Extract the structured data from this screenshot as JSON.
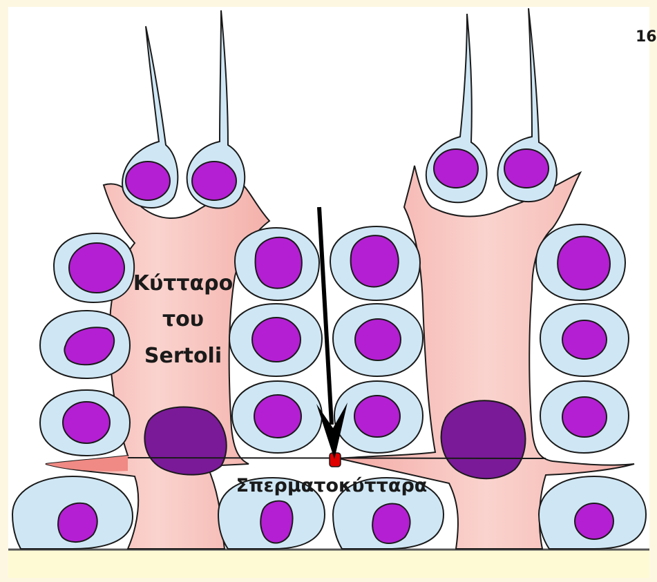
{
  "page_number": "16",
  "labels": {
    "sertoli_line1": "Κύτταρο",
    "sertoli_line2": "του",
    "sertoli_line3": "Sertoli",
    "spermatocytes": "Σπερματοκύτταρα"
  },
  "colors": {
    "background": "#fdf7e2",
    "panel": "#ffffff",
    "footer_band": "#fefbd4",
    "sertoli_fill": "#f9c9c4",
    "sertoli_deep": "#f08a84",
    "cell_fill": "#cfe7f5",
    "nucleus": "#b41fd3",
    "sertoli_nucleus": "#7a1a98",
    "outline": "#1a1a1a",
    "junction": "#e00000"
  }
}
